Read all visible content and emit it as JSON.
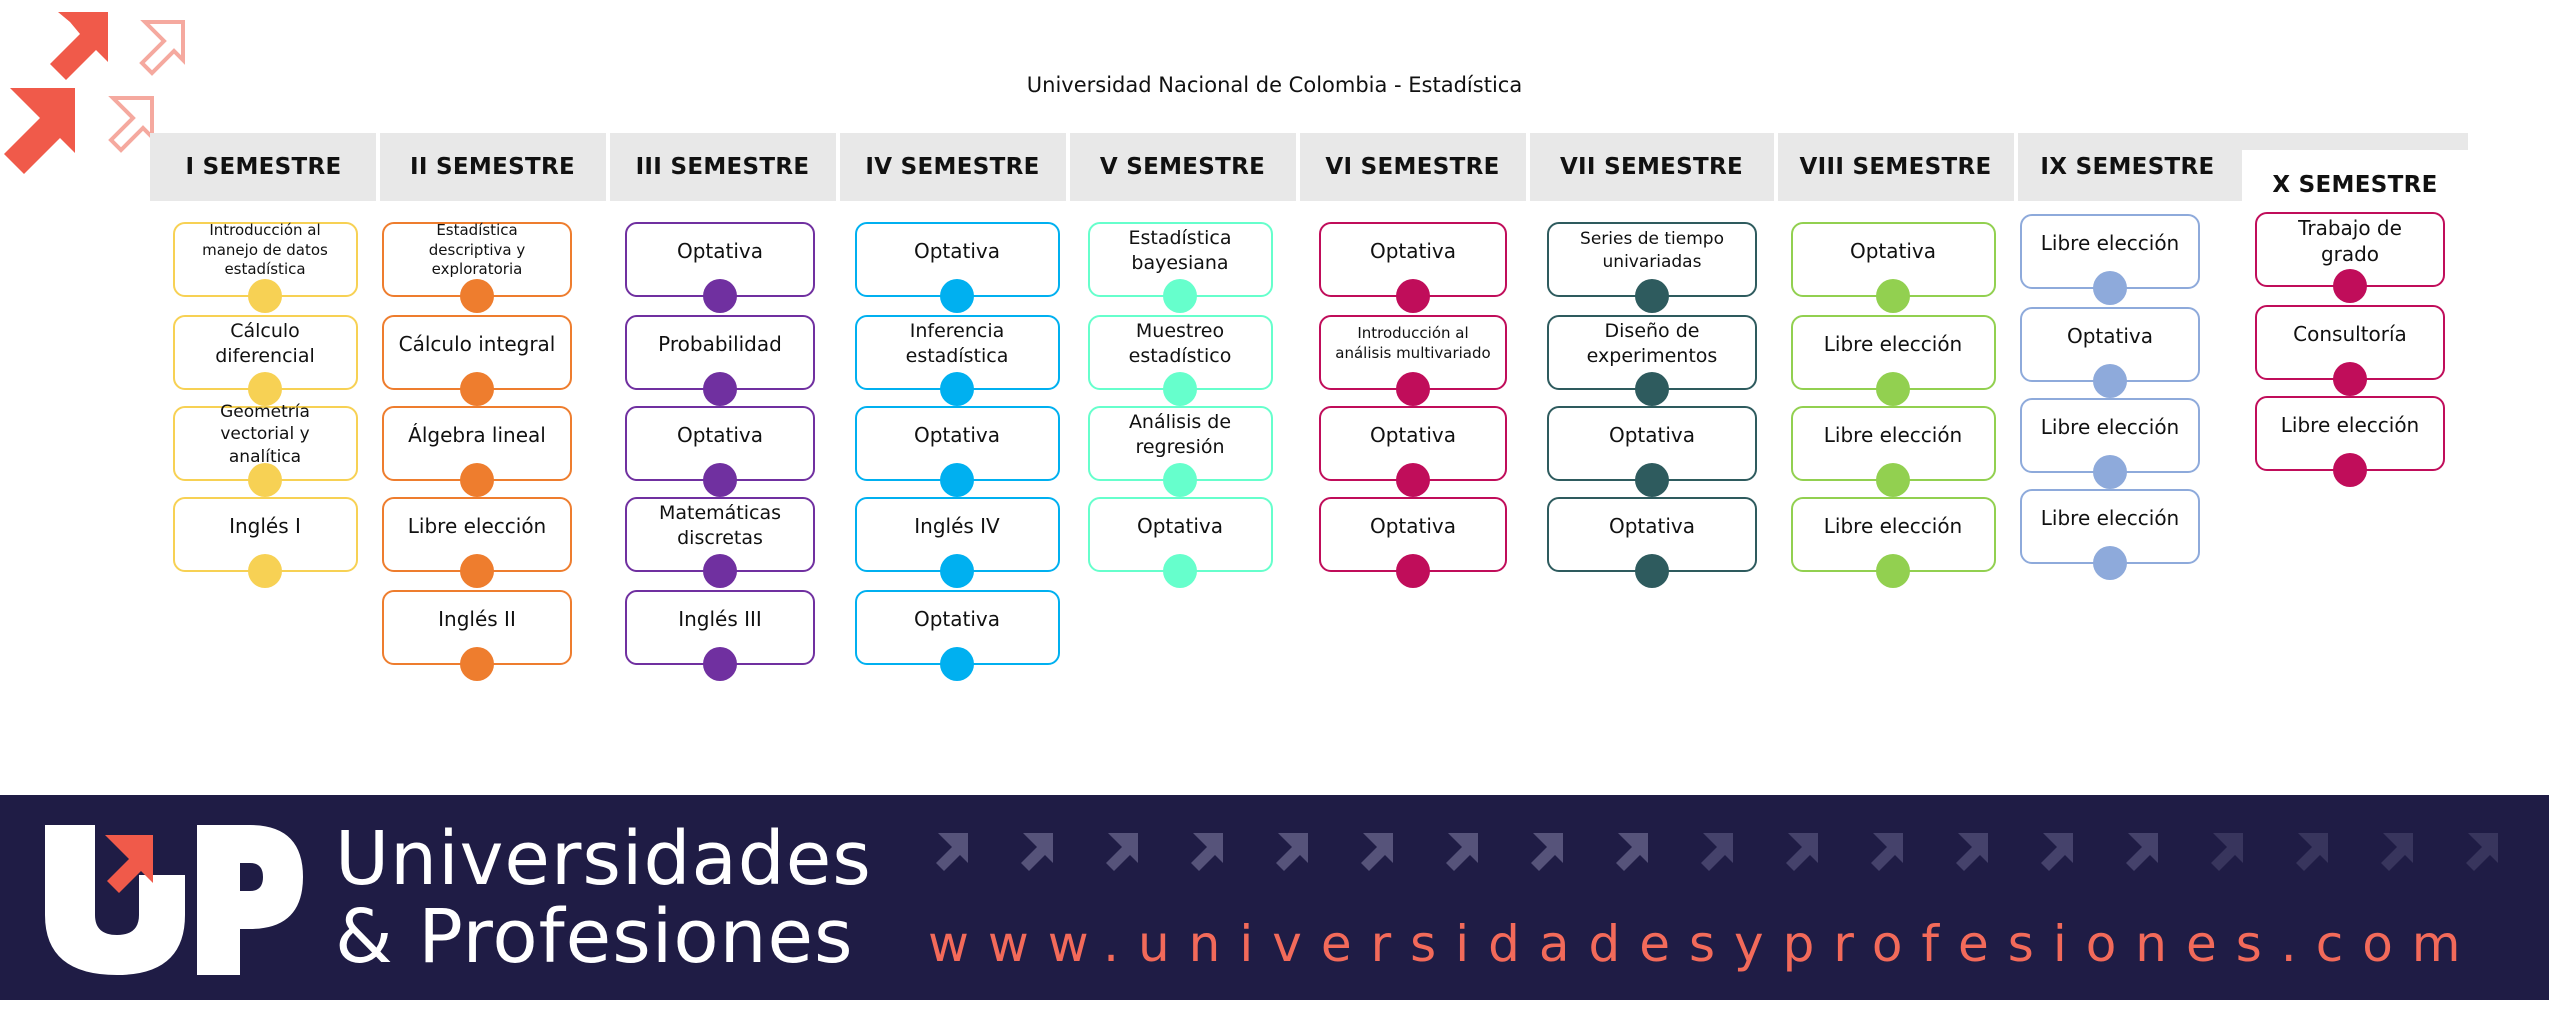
{
  "title": "Universidad Nacional de Colombia - Estadística",
  "semesters": [
    {
      "label": "I SEMESTRE",
      "color": "#f7d154",
      "courses": [
        "Introducción al manejo de datos estadística",
        "Cálculo diferencial",
        "Geometría vectorial y analítica",
        "Inglés I"
      ]
    },
    {
      "label": "II SEMESTRE",
      "color": "#ee7d2e",
      "courses": [
        "Estadística descriptiva y exploratoria",
        "Cálculo integral",
        "Álgebra lineal",
        "Libre elección",
        "Inglés II"
      ]
    },
    {
      "label": "III SEMESTRE",
      "color": "#7030a0",
      "courses": [
        "Optativa",
        "Probabilidad",
        "Optativa",
        "Matemáticas discretas",
        "Inglés III"
      ]
    },
    {
      "label": "IV SEMESTRE",
      "color": "#00b0f0",
      "courses": [
        "Optativa",
        "Inferencia estadística",
        "Optativa",
        "Inglés IV",
        "Optativa"
      ]
    },
    {
      "label": "V SEMESTRE",
      "color": "#66ffcc",
      "courses": [
        "Estadística bayesiana",
        "Muestreo estadístico",
        "Análisis de regresión",
        "Optativa"
      ]
    },
    {
      "label": "VI SEMESTRE",
      "color": "#c00d5a",
      "courses": [
        "Optativa",
        "Introducción al análisis multivariado",
        "Optativa",
        "Optativa"
      ]
    },
    {
      "label": "VII SEMESTRE",
      "color": "#2e5b5e",
      "courses": [
        "Series de tiempo univariadas",
        "Diseño de experimentos",
        "Optativa",
        "Optativa"
      ]
    },
    {
      "label": "VIII SEMESTRE",
      "color": "#92d050",
      "courses": [
        "Optativa",
        "Libre elección",
        "Libre elección",
        "Libre elección"
      ]
    },
    {
      "label": "IX SEMESTRE",
      "color": "#8eaadb",
      "courses": [
        "Libre elección",
        "Optativa",
        "Libre elección",
        "Libre elección"
      ]
    },
    {
      "label": "X SEMESTRE",
      "color": "#c00d5a",
      "courses": [
        "Trabajo de grado",
        "Consultoría",
        "Libre elección"
      ]
    }
  ],
  "footer": {
    "brand_line1": "Universidades",
    "brand_line2": "& Profesiones",
    "website": "www.universidadesyprofesiones.com",
    "logo_letters": "UP"
  },
  "colors": {
    "footer_bg": "#1f1c45",
    "accent": "#f05a4a",
    "header_band": "#e8e8e8"
  },
  "icons": {
    "top_logo": "arrows-logo-icon",
    "footer_logo": "up-logo-icon",
    "footer_pattern": "arrow-pattern-icon"
  }
}
